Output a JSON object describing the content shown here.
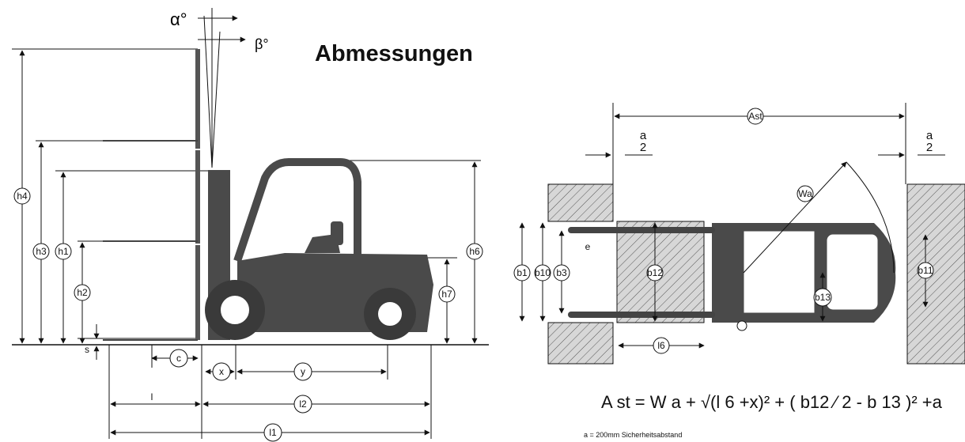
{
  "title": "Abmessungen",
  "side_view": {
    "angles": {
      "alpha": "α°",
      "beta": "β°"
    },
    "labels": {
      "h4": "h4",
      "h3": "h3",
      "h1": "h1",
      "h2": "h2",
      "h6": "h6",
      "h7": "h7",
      "s": "s",
      "c": "c",
      "x": "x",
      "y": "y",
      "l": "l",
      "l2": "l2",
      "l1": "l1"
    }
  },
  "top_view": {
    "labels": {
      "ast": "Ast",
      "wa": "Wa",
      "a_top": "a",
      "half_top": "2",
      "b1": "b1",
      "b10": "b10",
      "b3": "b3",
      "b12": "b12",
      "b13": "b13",
      "b11": "b11",
      "e": "e",
      "l6": "l6"
    }
  },
  "formula": {
    "lhs": "Ast",
    "text": "= Wa + √((l6+x)² + (b12/2 - b13)² +a",
    "display": "A st = W a + √(l 6 +x)² + ( b12 ⁄ 2 - b 13 )² +a"
  },
  "note": "a = 200mm Sicherheitsabstand",
  "colors": {
    "truck": "#4a4a4a",
    "hatch": "#c9c9c9",
    "line": "#111111"
  }
}
